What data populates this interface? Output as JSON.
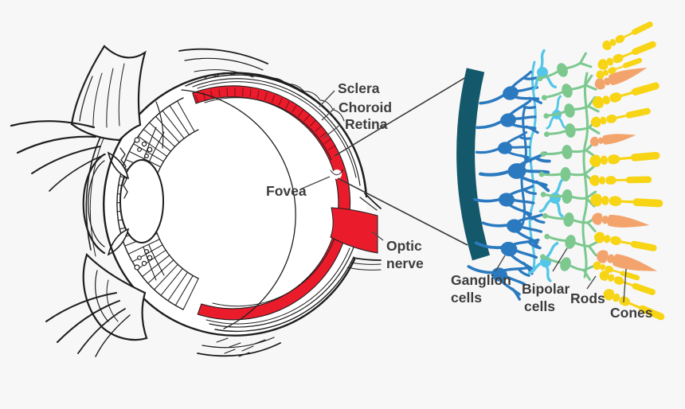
{
  "figure": {
    "description": "Cross-section of the human eye with a magnified view of the retinal cell layers",
    "eye_labels": {
      "sclera": "Sclera",
      "choroid": "Choroid",
      "retina": "Retina",
      "fovea": "Fovea",
      "optic_nerve": [
        "Optic",
        "nerve"
      ]
    },
    "cell_labels": {
      "ganglion": [
        "Ganglion",
        "cells"
      ],
      "bipolar": [
        "Bipolar",
        "cells"
      ],
      "rods": "Rods",
      "cones": "Cones"
    }
  },
  "background": "#f7f7f7",
  "colors": {
    "bg": "#f7f7f7",
    "red": "#ea1c2c",
    "outline": "#1f1f1f",
    "text": "#3d3d3d",
    "leader": "#4d4d4d",
    "teal": "#14586b",
    "blue": "#2b7ac0",
    "lightblue": "#54c6e8",
    "green": "#7cc88f",
    "yellow": "#f7d414",
    "orange": "#f3a46d"
  }
}
